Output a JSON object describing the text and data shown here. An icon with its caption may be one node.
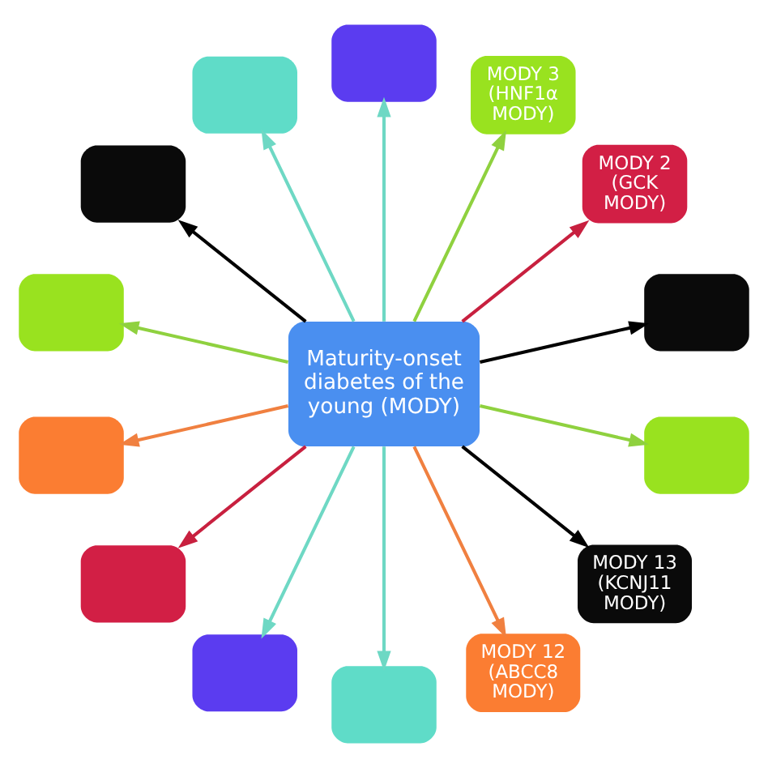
{
  "diagram": {
    "nodes": [
      {
        "text": [],
        "shape": "box"
      },
      {
        "text": [
          "MODY 2 (GCK MODY)"
        ]
      },
      {
        "text": [
          "MODY 3 (HNF1α MODY)"
        ]
      },
      {
        "text": [],
        "shape": "box"
      },
      {
        "text": [],
        "shape": "box"
      },
      {
        "text": [],
        "shape": "box"
      },
      {
        "text": [
          "Maturity-onset diabetes of the young (MODY)"
        ]
      },
      {
        "text": [],
        "shape": "box"
      },
      {
        "text": [],
        "shape": "box"
      },
      {
        "text": [],
        "shape": "box"
      },
      {
        "text": [],
        "shape": "box"
      },
      {
        "text": [],
        "shape": "box"
      },
      {
        "text": [
          "MODY 12 (ABCC8 MODY)"
        ]
      },
      {
        "text": [
          "MODY 13 (KCNJ11 MODY)"
        ]
      },
      {
        "text": [],
        "shape": "box"
      }
    ],
    "edges": [
      {
        "from": 6,
        "to": 0,
        "arrow": "to",
        "color": "#000000"
      },
      {
        "from": 6,
        "to": 1,
        "arrow": "to",
        "color": "#c8203f"
      },
      {
        "from": 6,
        "to": 2,
        "arrow": "to",
        "color": "#8fd13f"
      },
      {
        "from": 6,
        "to": 3,
        "arrow": "to",
        "color": "#6ed8c4"
      },
      {
        "from": 6,
        "to": 4,
        "arrow": "to",
        "color": "#6ed8c4"
      },
      {
        "from": 6,
        "to": 5,
        "arrow": "to",
        "color": "#000000"
      },
      {
        "from": 6,
        "to": 7,
        "arrow": "to",
        "color": "#8fd13f"
      },
      {
        "from": 6,
        "to": 8,
        "arrow": "to",
        "color": "#f08040"
      },
      {
        "from": 6,
        "to": 9,
        "arrow": "to",
        "color": "#c8203f"
      },
      {
        "from": 6,
        "to": 10,
        "arrow": "to",
        "color": "#6ed8c4"
      },
      {
        "from": 6,
        "to": 11,
        "arrow": "to",
        "color": "#6ed8c4"
      },
      {
        "from": 6,
        "to": 12,
        "arrow": "to",
        "color": "#f08040"
      },
      {
        "from": 6,
        "to": 13,
        "arrow": "to",
        "color": "#000000"
      },
      {
        "from": 6,
        "to": 14,
        "arrow": "to",
        "color": "#8fd13f"
      }
    ]
  }
}
